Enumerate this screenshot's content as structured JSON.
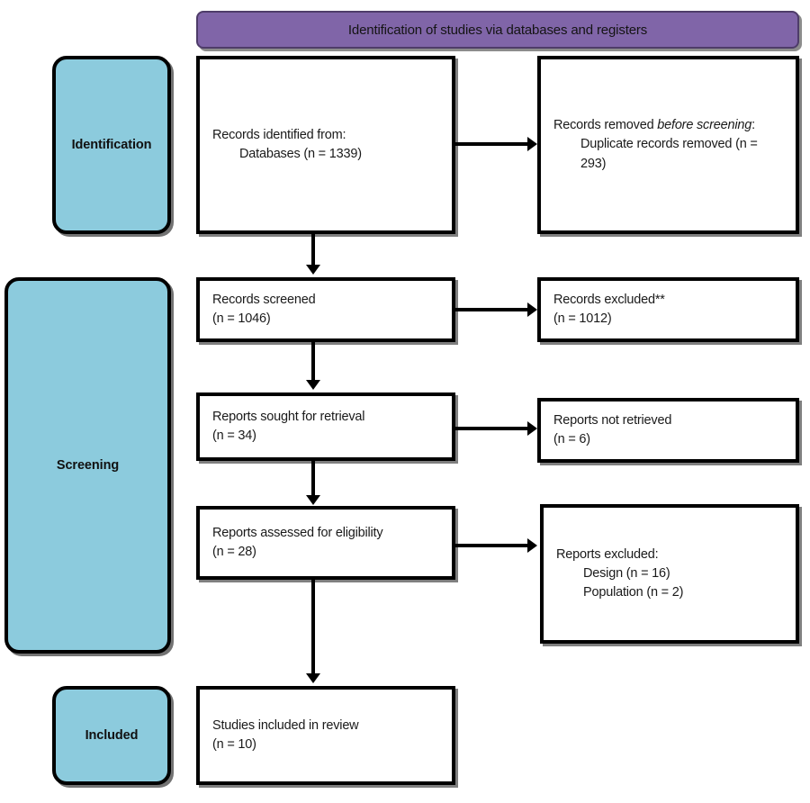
{
  "diagram": {
    "title": "Identification of studies via databases and registers",
    "type": "prisma-flow-diagram",
    "colors": {
      "stage_fill": "#8ccbdd",
      "header_fill": "#8065a8",
      "header_border": "#4e3c69",
      "box_border": "#000000",
      "box_fill": "#ffffff",
      "connector": "#000000"
    }
  },
  "stages": [
    {
      "id": "identification",
      "label": "Identification"
    },
    {
      "id": "screening",
      "label": "Screening"
    },
    {
      "id": "included",
      "label": "Included"
    }
  ],
  "nodes": {
    "records_identified": {
      "lines": [
        {
          "text": "Records identified from:",
          "indent": false,
          "italic": false
        },
        {
          "text": "Databases (n = 1339)",
          "indent": true,
          "italic": false
        }
      ]
    },
    "records_removed": {
      "lines": [
        {
          "text": "Records removed ",
          "indent": false,
          "italic": false,
          "italic_tail": "before screening",
          "tail": ":"
        },
        {
          "text": "Duplicate records removed (n = 293)",
          "indent": true,
          "italic": false
        }
      ]
    },
    "records_screened": {
      "lines": [
        {
          "text": "Records screened",
          "indent": false,
          "italic": false
        },
        {
          "text": "(n = 1046)",
          "indent": false,
          "italic": false
        }
      ]
    },
    "records_excluded": {
      "lines": [
        {
          "text": "Records excluded**",
          "indent": false,
          "italic": false
        },
        {
          "text": "(n = 1012)",
          "indent": false,
          "italic": false
        }
      ]
    },
    "reports_sought": {
      "lines": [
        {
          "text": "Reports sought for retrieval",
          "indent": false,
          "italic": false
        },
        {
          "text": "(n = 34)",
          "indent": false,
          "italic": false
        }
      ]
    },
    "reports_not_retrieved": {
      "lines": [
        {
          "text": "Reports not retrieved",
          "indent": false,
          "italic": false
        },
        {
          "text": "(n = 6)",
          "indent": false,
          "italic": false
        }
      ]
    },
    "reports_assessed": {
      "lines": [
        {
          "text": "Reports assessed for eligibility",
          "indent": false,
          "italic": false
        },
        {
          "text": "(n = 28)",
          "indent": false,
          "italic": false
        }
      ]
    },
    "reports_excluded": {
      "lines": [
        {
          "text": "Reports excluded:",
          "indent": false,
          "italic": false
        },
        {
          "text": "Design (n = 16)",
          "indent": true,
          "italic": false
        },
        {
          "text": "Population (n = 2)",
          "indent": true,
          "italic": false
        }
      ]
    },
    "studies_included": {
      "lines": [
        {
          "text": "Studies included in review",
          "indent": false,
          "italic": false
        },
        {
          "text": "(n = 10)",
          "indent": false,
          "italic": false
        }
      ]
    }
  },
  "counts": {
    "records_identified_databases": 1339,
    "duplicate_records_removed": 293,
    "records_screened": 1046,
    "records_excluded": 1012,
    "reports_sought_for_retrieval": 34,
    "reports_not_retrieved": 6,
    "reports_assessed_for_eligibility": 28,
    "reports_excluded_design": 16,
    "reports_excluded_population": 2,
    "studies_included_in_review": 10
  }
}
